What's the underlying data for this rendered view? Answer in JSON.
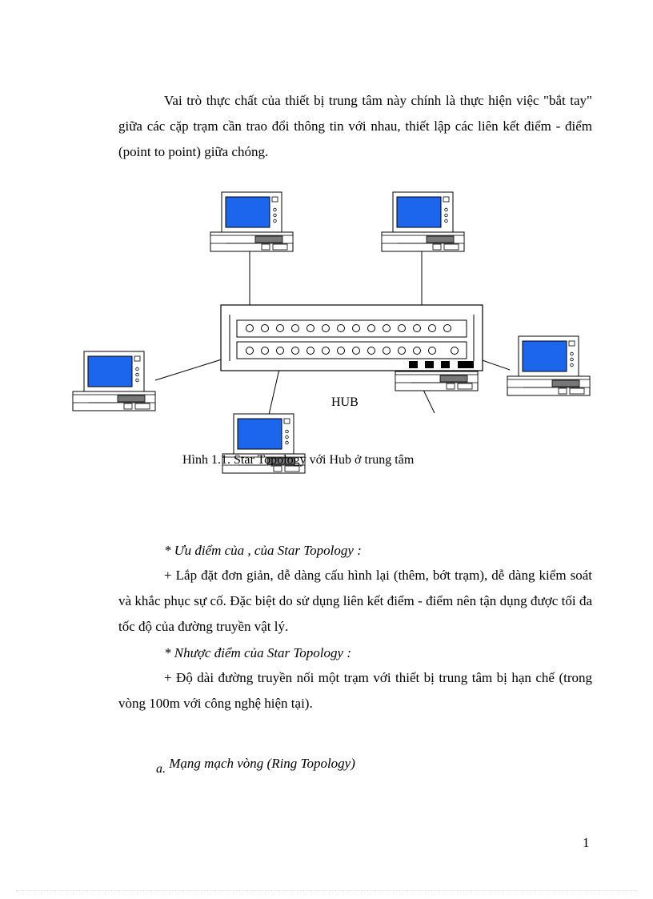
{
  "intro": {
    "paragraph": "Vai trò thực chất của thiết bị trung tâm này chính là thực hiện việc \"bắt tay\" giữa các cặp trạm cần trao đổi thông tin với nhau, thiết lập các liên kết điểm - điểm (point to point) giữa chóng."
  },
  "figure": {
    "hub_label": "HUB",
    "caption": "Hình 1.1. Star Topology với Hub ở trung tâm",
    "screen_color": "#1c66ee"
  },
  "advantages": {
    "heading": "* Ưu điểm của , của Star Topology :",
    "body": "+ Lắp đặt đơn giản, dễ dàng cấu hình lại (thêm, bớt trạm), dễ dàng kiểm soát và khắc phục sự cố. Đặc biệt do sử dụng liên kết điểm - điểm nên tận dụng được tối đa tốc độ của đường truyền vật lý."
  },
  "disadvantages": {
    "heading": "* Nhược điểm của Star Topology :",
    "body": "+ Độ dài đường truyền nối một trạm với thiết bị trung tâm bị hạn chế (trong vòng 100m với công nghệ hiện tại)."
  },
  "section_a": {
    "letter": "a.",
    "title": "Mạng mạch vòng (Ring Topology)"
  },
  "page_number": "1"
}
